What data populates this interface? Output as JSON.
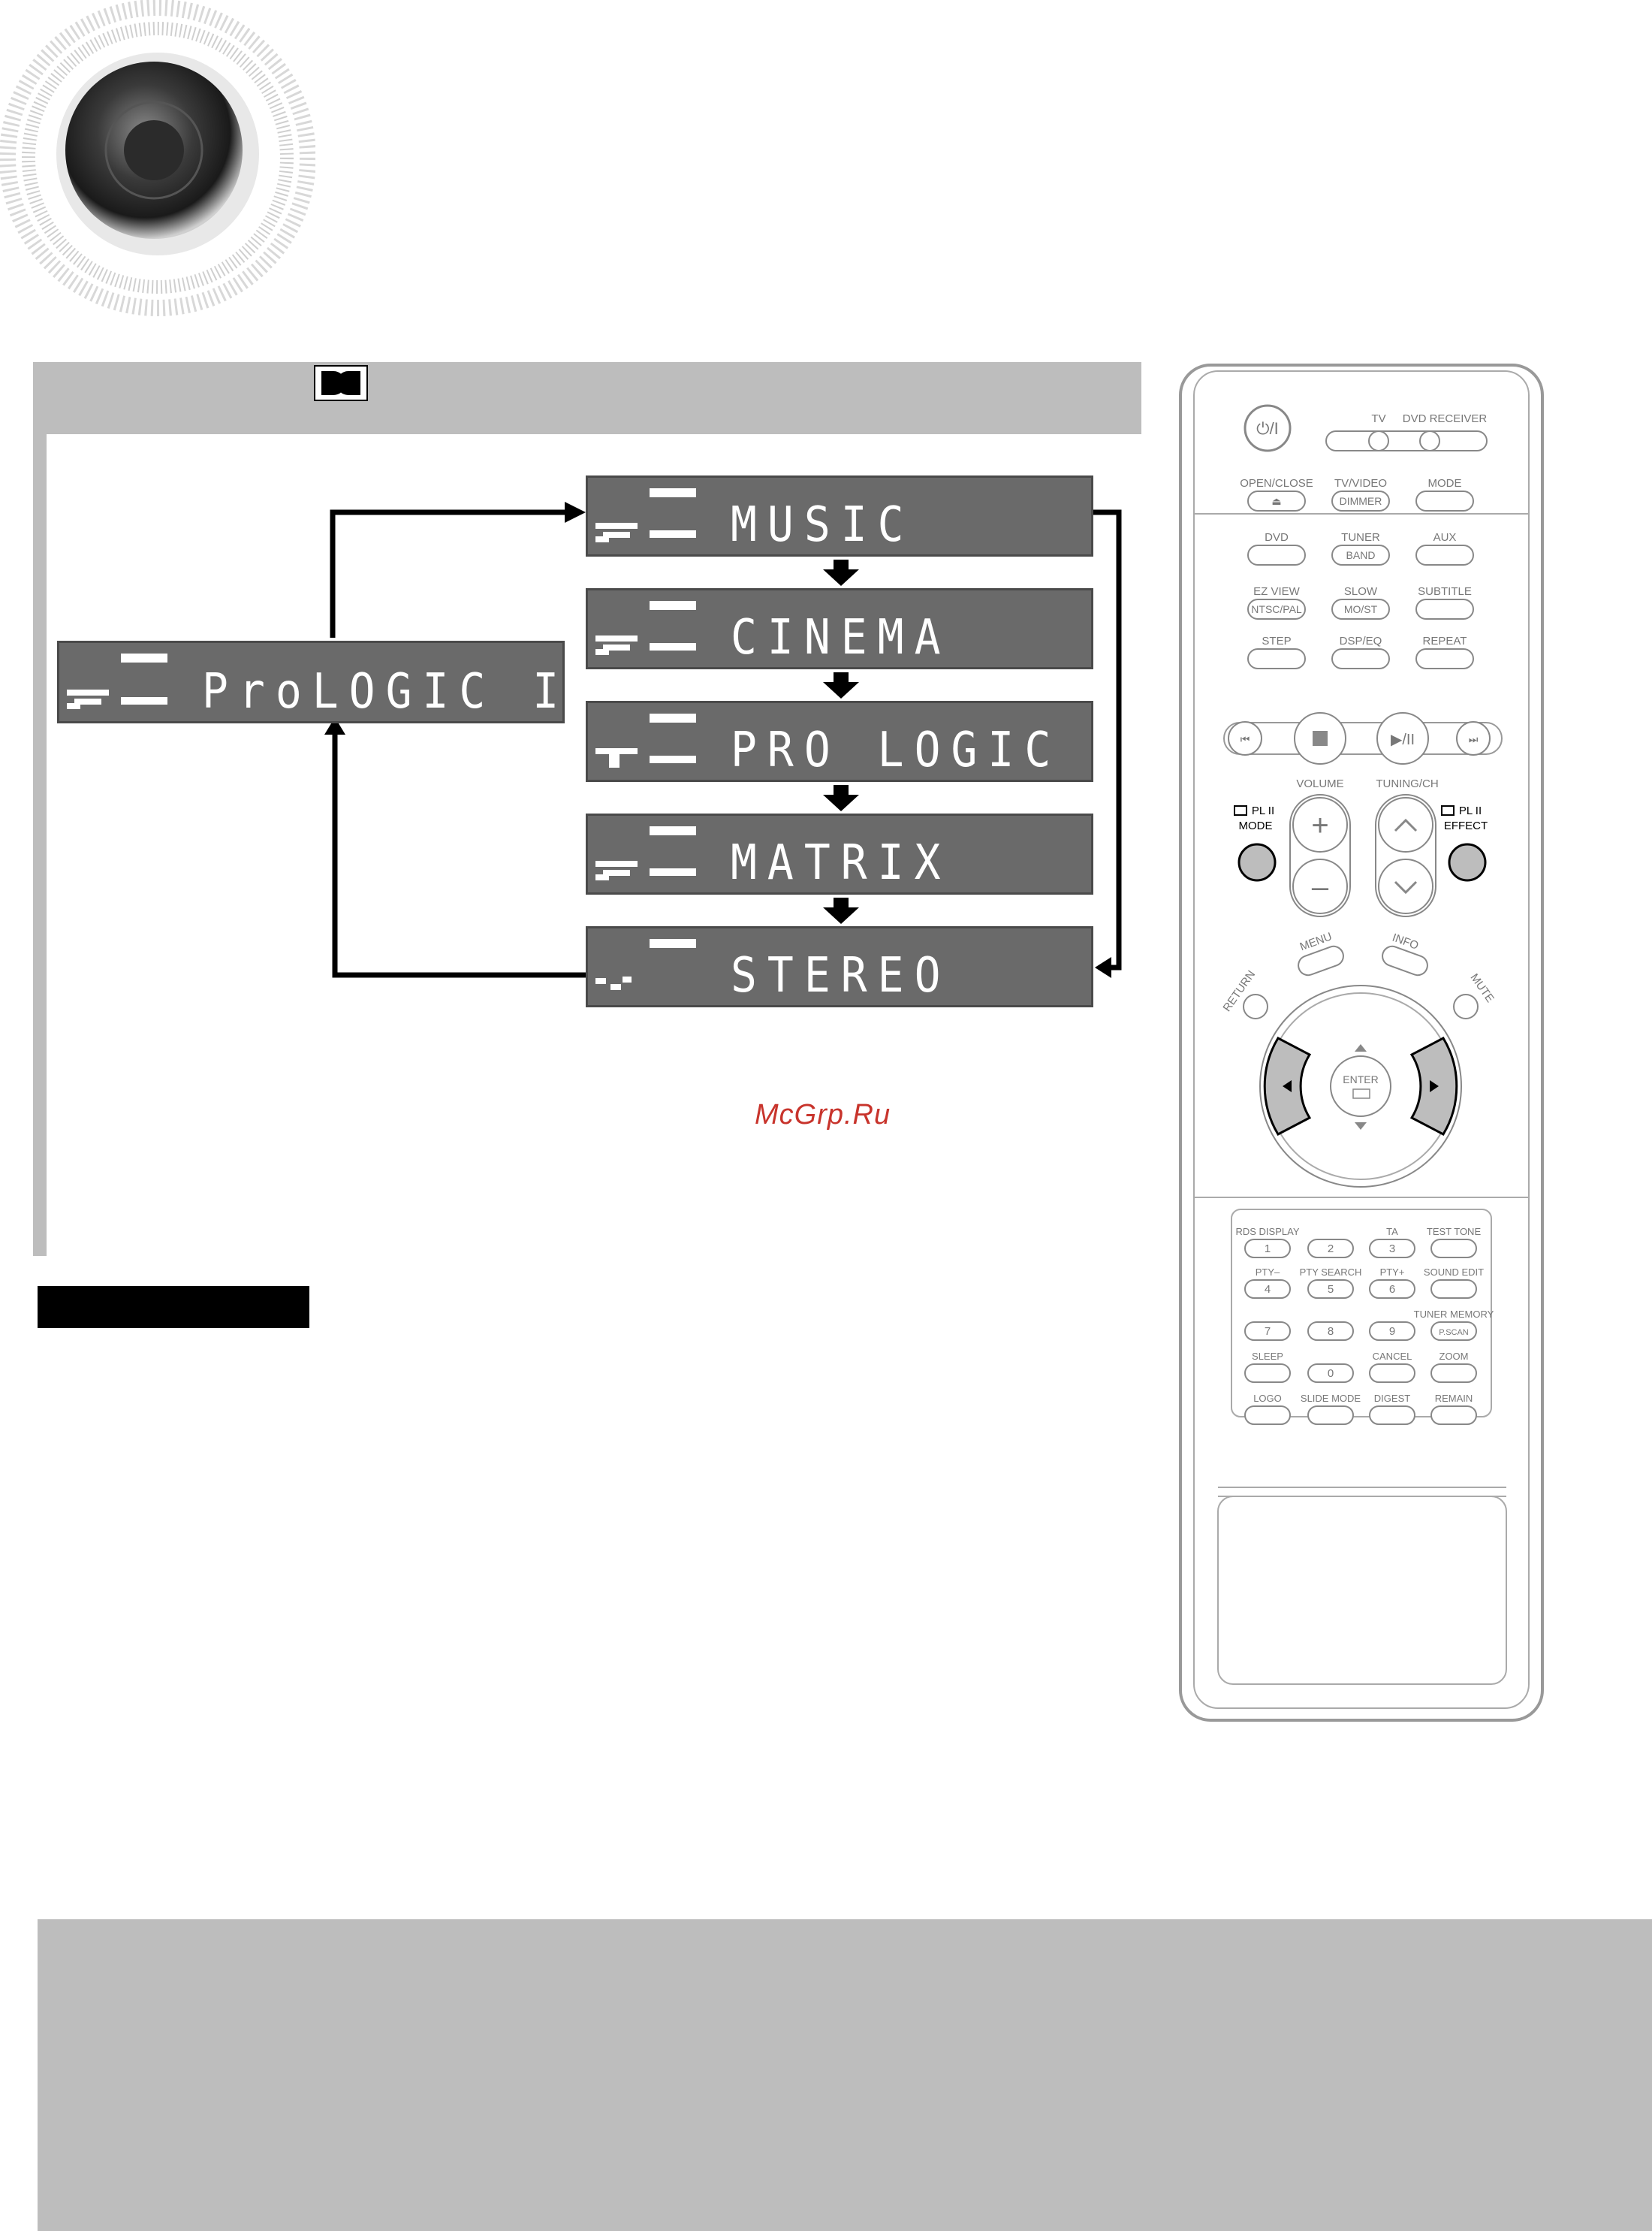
{
  "modes": {
    "main": "ProLOGIC II",
    "music": "MUSIC",
    "cinema": "CINEMA",
    "prologic": "PRO LOGIC",
    "matrix": "MATRIX",
    "stereo": "STEREO"
  },
  "watermark": "McGrp.Ru",
  "remote": {
    "power": "⏻/I",
    "tv": "TV",
    "dvd_receiver": "DVD RECEIVER",
    "row1": [
      "OPEN/CLOSE",
      "TV/VIDEO",
      "MODE"
    ],
    "row1_inner": [
      "⏏",
      "DIMMER",
      ""
    ],
    "row2": [
      "DVD",
      "TUNER",
      "AUX"
    ],
    "row2_inner": [
      "",
      "BAND",
      ""
    ],
    "row3": [
      "EZ VIEW",
      "SLOW",
      "SUBTITLE"
    ],
    "row3_inner": [
      "NTSC/PAL",
      "MO/ST",
      ""
    ],
    "row4": [
      "STEP",
      "DSP/EQ",
      "REPEAT"
    ],
    "volume": "VOLUME",
    "tuning": "TUNING/CH",
    "pl2_mode_line1": "PL II",
    "pl2_mode_line2": "MODE",
    "pl2_effect_line1": "PL II",
    "pl2_effect_line2": "EFFECT",
    "menu": "MENU",
    "info": "INFO",
    "return": "RETURN",
    "mute": "MUTE",
    "enter": "ENTER",
    "num_labels": [
      [
        "RDS DISPLAY",
        "",
        "TA",
        "TEST TONE"
      ],
      [
        "PTY–",
        "PTY SEARCH",
        "PTY+",
        "SOUND EDIT"
      ],
      [
        "",
        "",
        "",
        "TUNER MEMORY"
      ],
      [
        "SLEEP",
        "",
        "CANCEL",
        "ZOOM"
      ],
      [
        "LOGO",
        "SLIDE MODE",
        "DIGEST",
        "REMAIN"
      ]
    ],
    "num_inner": [
      [
        "1",
        "2",
        "3",
        ""
      ],
      [
        "4",
        "5",
        "6",
        ""
      ],
      [
        "7",
        "8",
        "9",
        "P.SCAN"
      ],
      [
        "",
        "0",
        "",
        ""
      ]
    ]
  },
  "colors": {
    "band_grey": "#bdbdbd",
    "lcd_bg": "#6a6a6a",
    "watermark": "#c8342c"
  }
}
